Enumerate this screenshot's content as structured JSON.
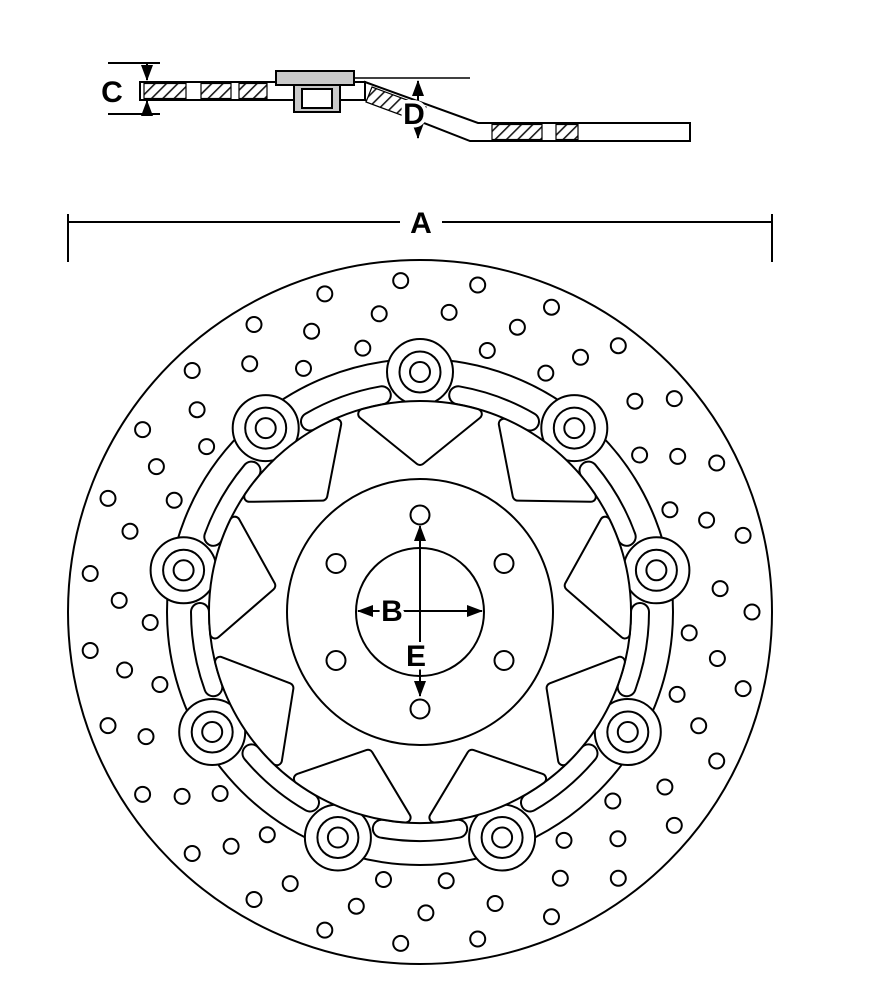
{
  "drawing": {
    "labels": {
      "a": "A",
      "b": "B",
      "c": "C",
      "d": "D",
      "e": "E"
    },
    "colors": {
      "line": "#000000",
      "background": "#ffffff",
      "hub_fill": "#c9c9c9"
    }
  }
}
